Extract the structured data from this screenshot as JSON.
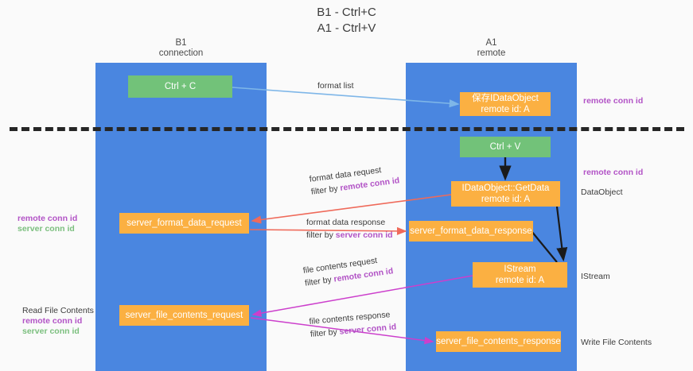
{
  "title": {
    "line1": "B1 - Ctrl+C",
    "line2": "A1 - Ctrl+V"
  },
  "lanes": [
    {
      "id": "b1",
      "name": "B1",
      "role": "connection",
      "color": "#4a86e0"
    },
    {
      "id": "a1",
      "name": "A1",
      "role": "remote",
      "color": "#4a86e0"
    }
  ],
  "boxes": {
    "ctrl_c": "Ctrl + C",
    "save_dataobject_l1": "保存IDataObject",
    "save_dataobject_l2": "remote id: A",
    "ctrl_v": "Ctrl + V",
    "getdata_l1": "IDataObject::GetData",
    "getdata_l2": "remote id: A",
    "server_format_data_request": "server_format_data_request",
    "server_format_data_response": "server_format_data_response",
    "istream_l1": "IStream",
    "istream_l2": "remote id: A",
    "server_file_contents_request": "server_file_contents_request",
    "server_file_contents_response": "server_file_contents_response"
  },
  "edge_labels": {
    "format_list": "format list",
    "format_data_request": "format data request",
    "format_data_request_filter_prefix": "filter by ",
    "format_data_request_filter_key": "remote conn id",
    "format_data_response": "format data response",
    "format_data_response_filter_prefix": "filter by ",
    "format_data_response_filter_key": "server conn id",
    "file_contents_request": "file contents request",
    "file_contents_request_filter_prefix": "filter by ",
    "file_contents_request_filter_key": "remote conn id",
    "file_contents_response": "file contents response",
    "file_contents_response_filter_prefix": "filter by ",
    "file_contents_response_filter_key": "server conn id"
  },
  "annotations": {
    "right_top_remote_conn_id": "remote conn id",
    "right_mid_remote_conn_id": "remote conn id",
    "right_dataobject": "DataObject",
    "right_istream": "IStream",
    "right_write_file_contents": "Write File Contents",
    "left_remote_conn_id": "remote conn id",
    "left_server_conn_id": "server conn id",
    "left_read_file_contents": "Read File Contents",
    "left_read_remote_conn_id": "remote conn id",
    "left_read_server_conn_id": "server conn id"
  },
  "colors": {
    "lane": "#4a86e0",
    "green_box": "#72c279",
    "orange_box": "#fbb042",
    "purple_text": "#b253c6",
    "green_text": "#7bbf7e",
    "arrow_light_blue": "#7eb6e8",
    "arrow_red": "#ef6a5a",
    "arrow_magenta": "#cc3fcc",
    "arrow_black": "#1a1a1a",
    "divider": "#262626"
  }
}
